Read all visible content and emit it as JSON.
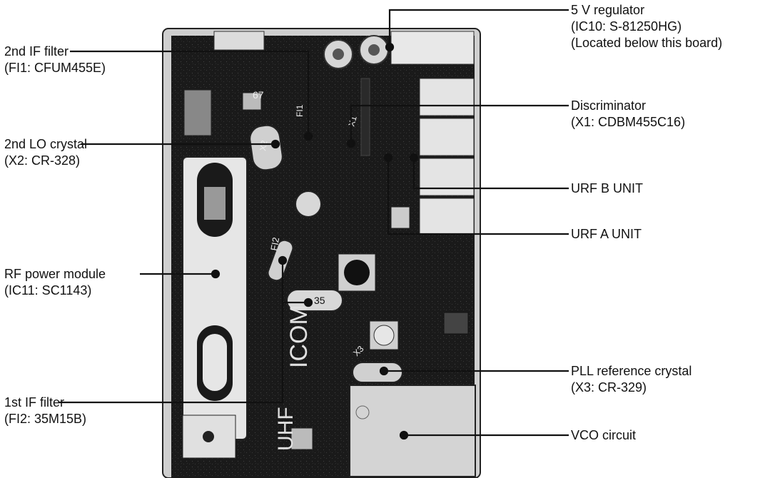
{
  "callouts": {
    "regulator": {
      "l1": "5 V regulator",
      "l2": "(IC10:  S-81250HG)",
      "l3": "(Located below this board)"
    },
    "if2_filter": {
      "l1": "2nd IF filter",
      "l2": "(FI1:  CFUM455E)"
    },
    "lo2_crystal": {
      "l1": "2nd LO crystal",
      "l2": "(X2:  CR-328)"
    },
    "discriminator": {
      "l1": "Discriminator",
      "l2": "(X1:  CDBM455C16)"
    },
    "urf_b": {
      "l1": "URF B UNIT"
    },
    "urf_a": {
      "l1": "URF A UNIT"
    },
    "rf_module": {
      "l1": "RF power module",
      "l2": "(IC11:  SC1143)"
    },
    "if1_filter": {
      "l1": "1st IF filter",
      "l2": "(FI2:  35M15B)"
    },
    "pll_crystal": {
      "l1": "PLL reference crystal",
      "l2": "(X3:  CR-329)"
    },
    "vco": {
      "l1": "VCO circuit"
    }
  },
  "board_markings": {
    "icom": "ICOM",
    "uhf": "UHF",
    "x2": "X2",
    "x3": "X3",
    "x1": "X1",
    "fi1": "FI1",
    "fi2": "FI2",
    "c35": "35",
    "g7": "67"
  },
  "colors": {
    "board": "#1c1c1c",
    "line": "#111111",
    "component": "#d9d9d9"
  }
}
